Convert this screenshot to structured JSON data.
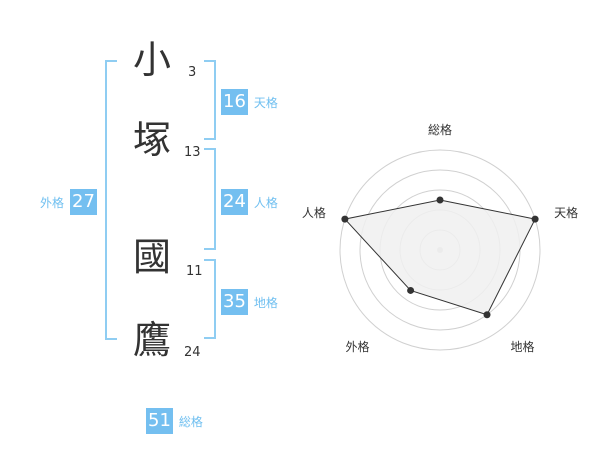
{
  "name": {
    "characters": [
      {
        "char": "小",
        "strokes": "3"
      },
      {
        "char": "塚",
        "strokes": "13"
      },
      {
        "char": "國",
        "strokes": "11"
      },
      {
        "char": "鷹",
        "strokes": "24"
      }
    ]
  },
  "fortunes": {
    "tenkaku": {
      "value": "16",
      "label": "天格"
    },
    "jinkaku": {
      "value": "24",
      "label": "人格"
    },
    "chikaku": {
      "value": "35",
      "label": "地格"
    },
    "gaikaku": {
      "value": "27",
      "label": "外格"
    },
    "soukaku": {
      "value": "51",
      "label": "総格"
    }
  },
  "radar": {
    "axes": [
      "総格",
      "天格",
      "地格",
      "外格",
      "人格"
    ],
    "levels": 5,
    "values": [
      0.5,
      1.0,
      0.8,
      0.5,
      1.0
    ],
    "colors": {
      "fill": "#f0f0f0",
      "stroke": "#333333",
      "grid": "#d0d0d0",
      "center": "#cccccc"
    }
  },
  "colors": {
    "accent": "#74bff0",
    "bracket": "#8fcdf2"
  }
}
